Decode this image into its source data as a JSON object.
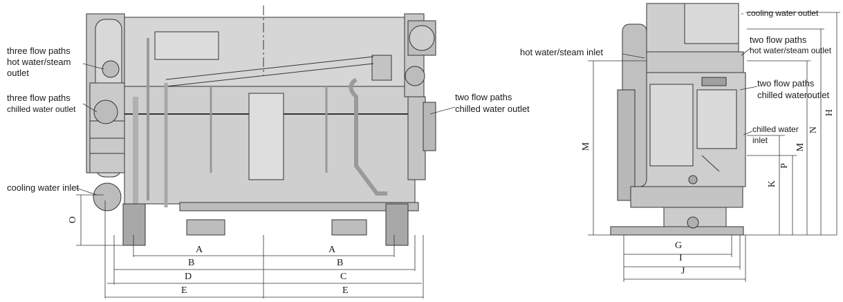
{
  "labels": {
    "three_flow_hot_1": "three flow paths",
    "three_flow_hot_2": "hot water/steam",
    "three_flow_hot_3": "outlet",
    "three_flow_chilled_1": "three flow paths",
    "three_flow_chilled_2": "chilled water outlet",
    "cooling_water_inlet": "cooling water inlet",
    "two_flow_chilled_front_1": "two flow paths",
    "two_flow_chilled_front_2": "chilled water outlet",
    "hot_steam_inlet": "hot water/steam inlet",
    "cooling_water_outlet": "cooling water outlet",
    "two_flow_hot_1": "two flow paths",
    "two_flow_hot_2": "hot water/steam outlet",
    "two_flow_chilled_side_1": "two flow paths",
    "two_flow_chilled_side_2": "chilled wateroutlet",
    "chilled_water_inlet_1": "chilled water",
    "chilled_water_inlet_2": "inlet"
  },
  "dimensions": {
    "A_left": "A",
    "A_right": "A",
    "B_left": "B",
    "B_right": "B",
    "D": "D",
    "C": "C",
    "E_left": "E",
    "E_right": "E",
    "O": "O",
    "G": "G",
    "I": "I",
    "J": "J",
    "M_left": "M",
    "K": "K",
    "P": "P",
    "M_right": "M",
    "N": "N",
    "H": "H"
  },
  "colors": {
    "body": "#d4d4d4",
    "dark": "#8c8c8c",
    "line": "#333333"
  }
}
